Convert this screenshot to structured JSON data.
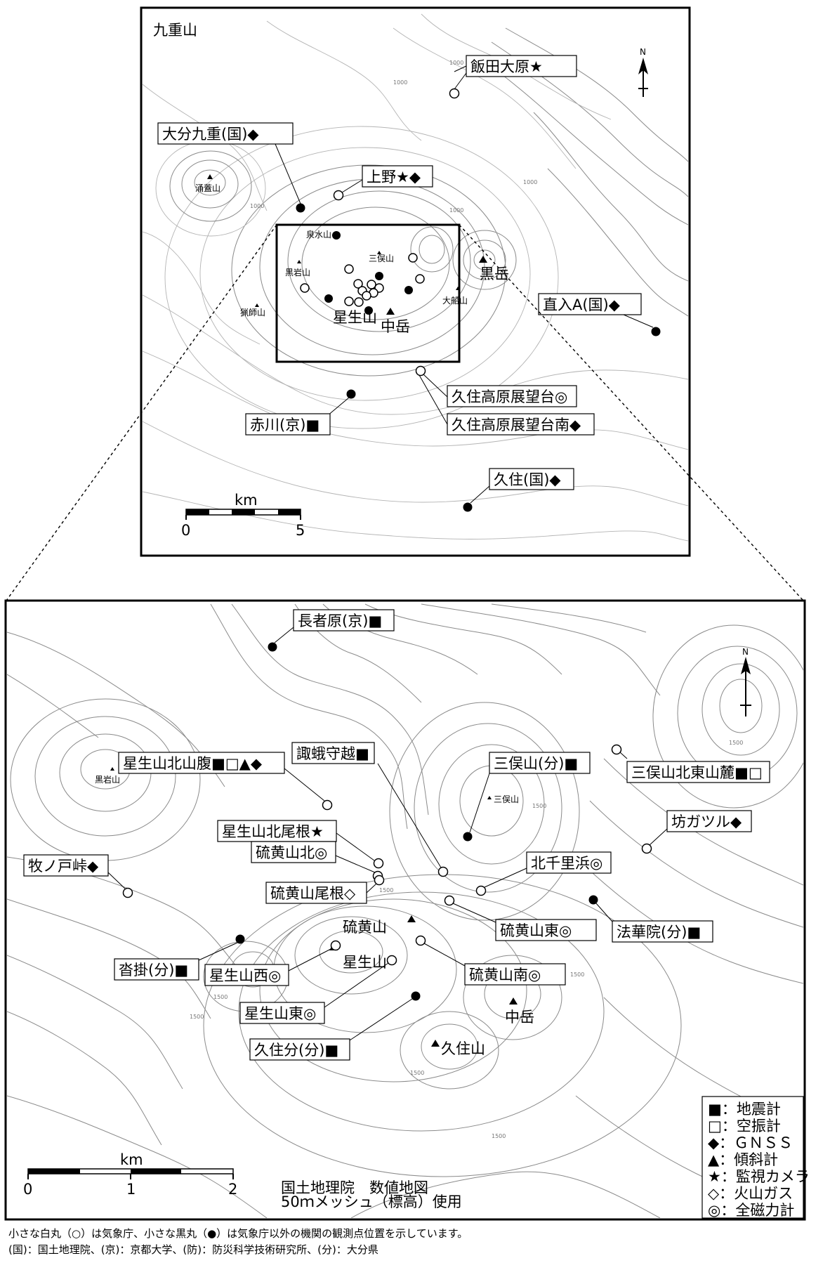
{
  "top_map": {
    "title": "九重山",
    "peaks": {
      "wakuma": "涌蓋山",
      "izumimizu": "泉水山",
      "kuroiwa": "黒岩山",
      "mimata": "三俣山",
      "kurodake": "黒岳",
      "taisen": "大船山",
      "shishi": "猟師山",
      "hossho": "星生山",
      "nakadake": "中岳"
    },
    "contour_labels": [
      "1000",
      "1000",
      "1000",
      "1000",
      "1000"
    ],
    "stations": [
      {
        "label": "飯田大原★",
        "marker": "open"
      },
      {
        "label": "大分九重(国)◆",
        "marker": "filled"
      },
      {
        "label": "上野★◆",
        "marker": "open"
      },
      {
        "label": "直入A(国)◆",
        "marker": "filled"
      },
      {
        "label": "久住高原展望台◎",
        "marker": "open"
      },
      {
        "label": "赤川(京)■",
        "marker": "filled"
      },
      {
        "label": "久住高原展望台南◆",
        "marker": "open"
      },
      {
        "label": "久住(国)◆",
        "marker": "filled"
      }
    ],
    "scale": {
      "unit": "km",
      "start": "0",
      "end": "5"
    }
  },
  "bottom_map": {
    "peaks": {
      "kuroiwa": "黒岩山",
      "mimata": "三俣山",
      "io": "硫黄山",
      "hossho": "星生山",
      "nakadake": "中岳",
      "kuju": "久住山"
    },
    "contour_labels": [
      "1500",
      "1500",
      "1500",
      "1500",
      "1500",
      "1500",
      "1500",
      "1500"
    ],
    "stations": [
      {
        "label": "長者原(京)■",
        "marker": "filled"
      },
      {
        "label": "星生山北山腹■□▲◆",
        "marker": "open"
      },
      {
        "label": "諏蛾守越■",
        "marker": "open"
      },
      {
        "label": "三俣山(分)■",
        "marker": "filled"
      },
      {
        "label": "三俣山北東山麓■□",
        "marker": "open"
      },
      {
        "label": "星生山北尾根★",
        "marker": "open"
      },
      {
        "label": "硫黄山北◎",
        "marker": "open"
      },
      {
        "label": "坊ガツル◆",
        "marker": "open"
      },
      {
        "label": "牧ノ戸峠◆",
        "marker": "open"
      },
      {
        "label": "北千里浜◎",
        "marker": "open"
      },
      {
        "label": "硫黄山尾根◇",
        "marker": "open"
      },
      {
        "label": "硫黄山東◎",
        "marker": "open"
      },
      {
        "label": "法華院(分)■",
        "marker": "filled"
      },
      {
        "label": "沓掛(分)■",
        "marker": "filled"
      },
      {
        "label": "星生山西◎",
        "marker": "open"
      },
      {
        "label": "硫黄山南◎",
        "marker": "open"
      },
      {
        "label": "星生山東◎",
        "marker": "open"
      },
      {
        "label": "久住分(分)■",
        "marker": "filled"
      }
    ],
    "legend": [
      {
        "symbol": "■",
        "text": "：地震計"
      },
      {
        "symbol": "□",
        "text": "：空振計"
      },
      {
        "symbol": "◆",
        "text": "：ＧＮＳＳ"
      },
      {
        "symbol": "▲",
        "text": "：傾斜計"
      },
      {
        "symbol": "★",
        "text": "：監視カメラ"
      },
      {
        "symbol": "◇",
        "text": "：火山ガス"
      },
      {
        "symbol": "◎",
        "text": "：全磁力計"
      }
    ],
    "scale": {
      "unit": "km",
      "start": "0",
      "mid": "1",
      "end": "2"
    },
    "credit_line1": "国土地理院　数値地図",
    "credit_line2": "50ｍメッシュ（標高）使用"
  },
  "north_label": "N",
  "footer": {
    "line1": "小さな白丸（○）は気象庁、小さな黒丸（●）は気象庁以外の機関の観測点位置を示しています。",
    "line2": "(国)：国土地理院、(京)：京都大学、(防)：防災科学技術研究所、(分)：大分県"
  }
}
